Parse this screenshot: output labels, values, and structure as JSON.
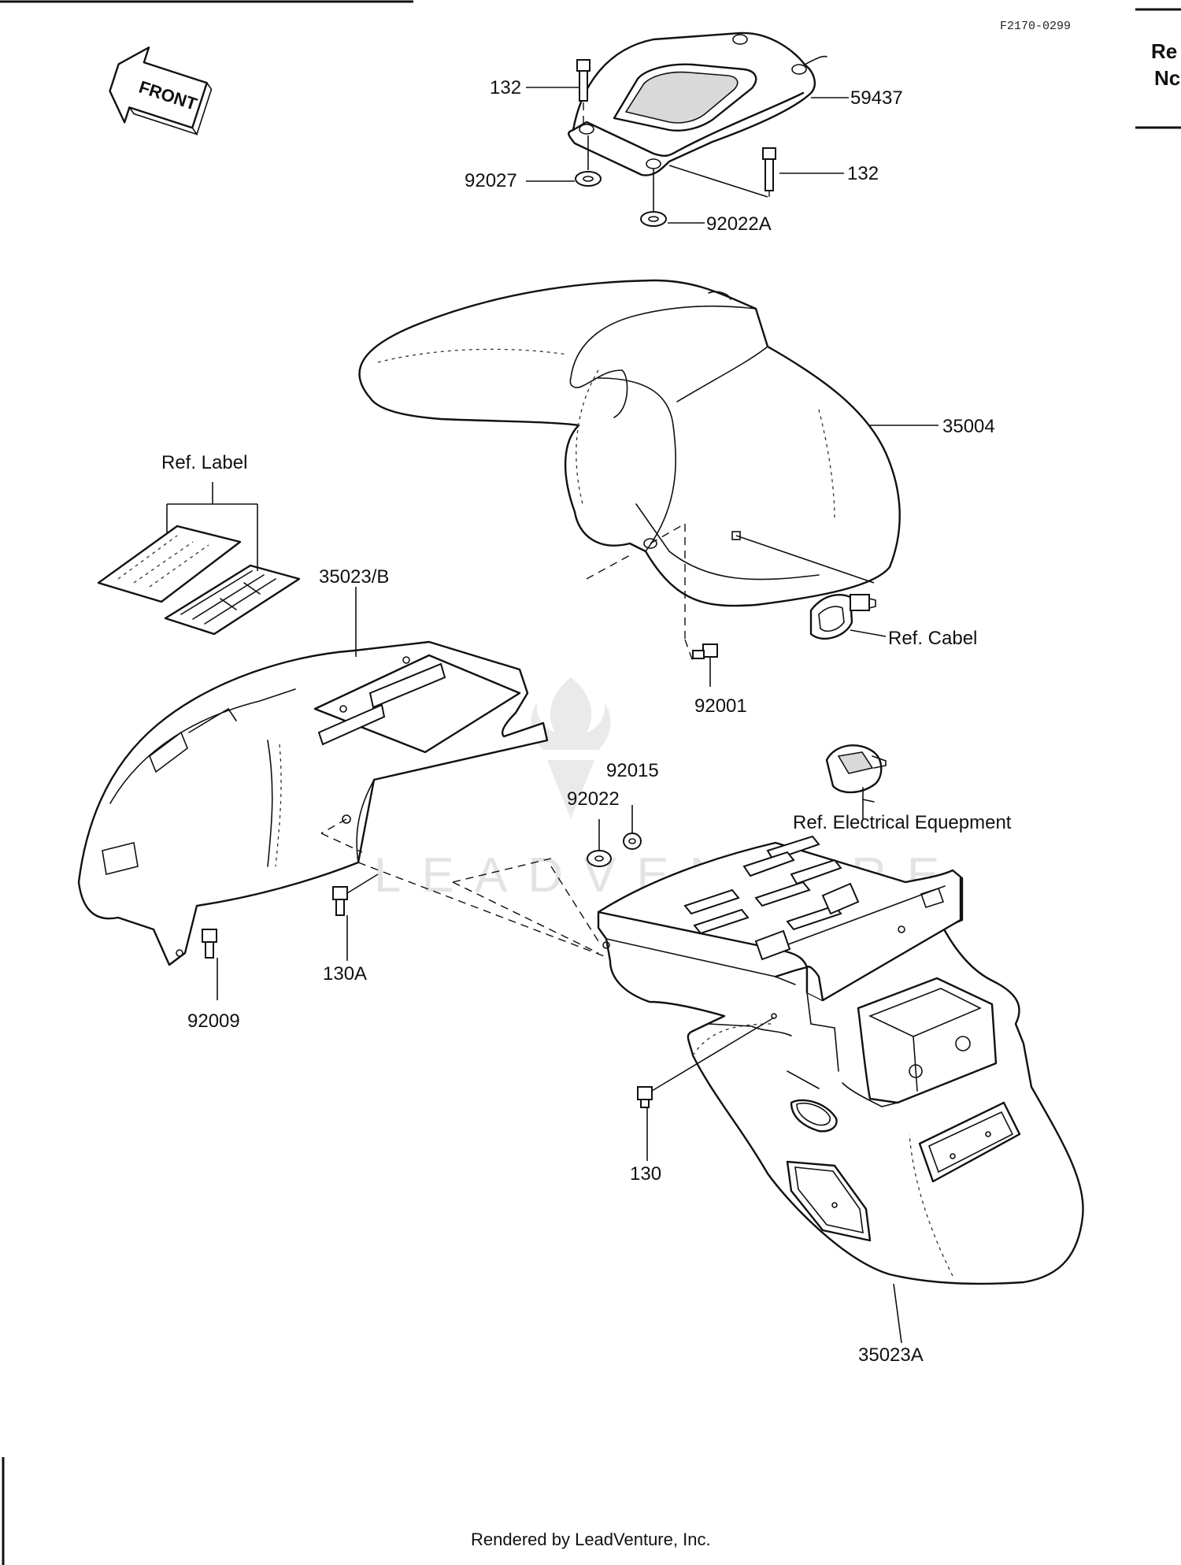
{
  "diagram_code": "F2170-0299",
  "edge_label_lines": [
    "Re",
    "Nc"
  ],
  "front_arrow_label": "FRONT",
  "watermark_text": "LEADVENTURE",
  "footer": "Rendered by LeadVenture, Inc.",
  "labels": {
    "p132_top": "132",
    "p59437": "59437",
    "p92027": "92027",
    "p132_right": "132",
    "p92022a": "92022A",
    "p35004": "35004",
    "ref_label": "Ref. Label",
    "p35023b": "35023/B",
    "ref_cabel": "Ref. Cabel",
    "p92001": "92001",
    "p92015": "92015",
    "p92022": "92022",
    "ref_electrical": "Ref. Electrical Equepment",
    "p130a": "130A",
    "p92009": "92009",
    "p130": "130",
    "p35023a": "35023A"
  },
  "colors": {
    "line": "#111111",
    "watermark": "#c8c8c8",
    "background": "#ffffff"
  }
}
